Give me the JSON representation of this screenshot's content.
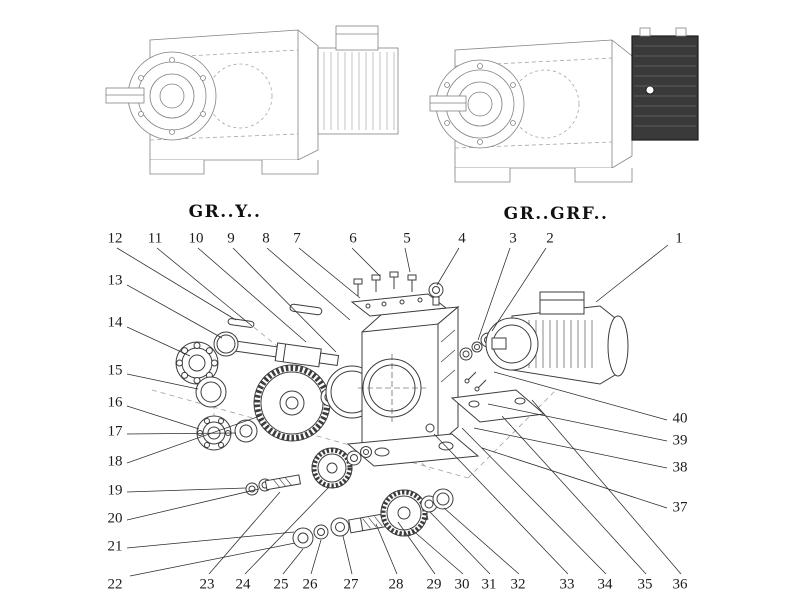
{
  "figure": {
    "variant_labels": [
      "GR..Y..",
      "GR..GRF.."
    ],
    "callouts": [
      "1",
      "2",
      "3",
      "4",
      "5",
      "6",
      "7",
      "8",
      "9",
      "10",
      "11",
      "12",
      "13",
      "14",
      "15",
      "16",
      "17",
      "18",
      "19",
      "20",
      "21",
      "22",
      "23",
      "24",
      "25",
      "26",
      "27",
      "28",
      "29",
      "30",
      "31",
      "32",
      "33",
      "34",
      "35",
      "36",
      "37",
      "38",
      "39",
      "40"
    ]
  }
}
